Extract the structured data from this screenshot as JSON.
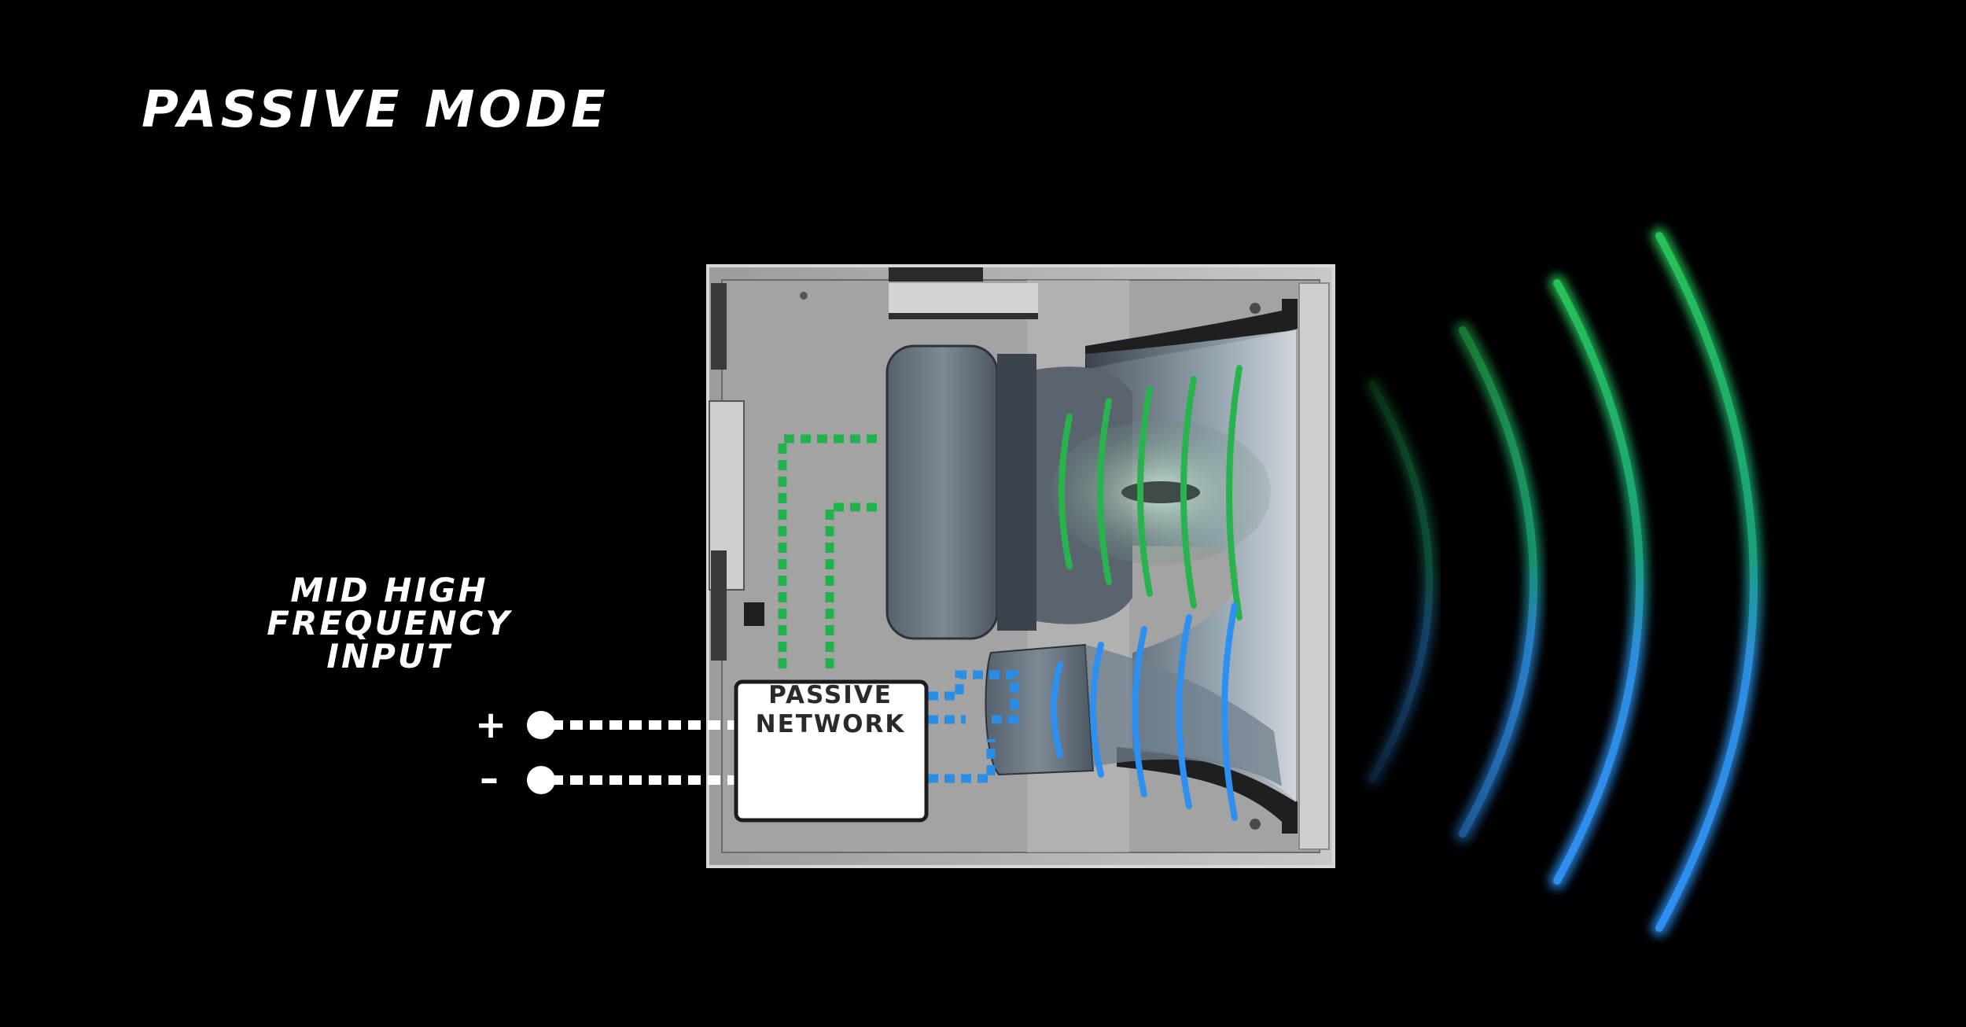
{
  "title": "PASSIVE MODE",
  "input": {
    "label_lines": [
      "MID HIGH",
      "FREQUENCY",
      "INPUT"
    ],
    "plus": "+",
    "minus": "–"
  },
  "network": {
    "label_lines": [
      "PASSIVE",
      "NETWORK"
    ]
  },
  "colors": {
    "background": "#000000",
    "high_frequency_path": "#22b24c",
    "mid_frequency_path": "#2a8ee6",
    "enclosure": "#a9a9a9",
    "driver": "#6e7a86"
  }
}
